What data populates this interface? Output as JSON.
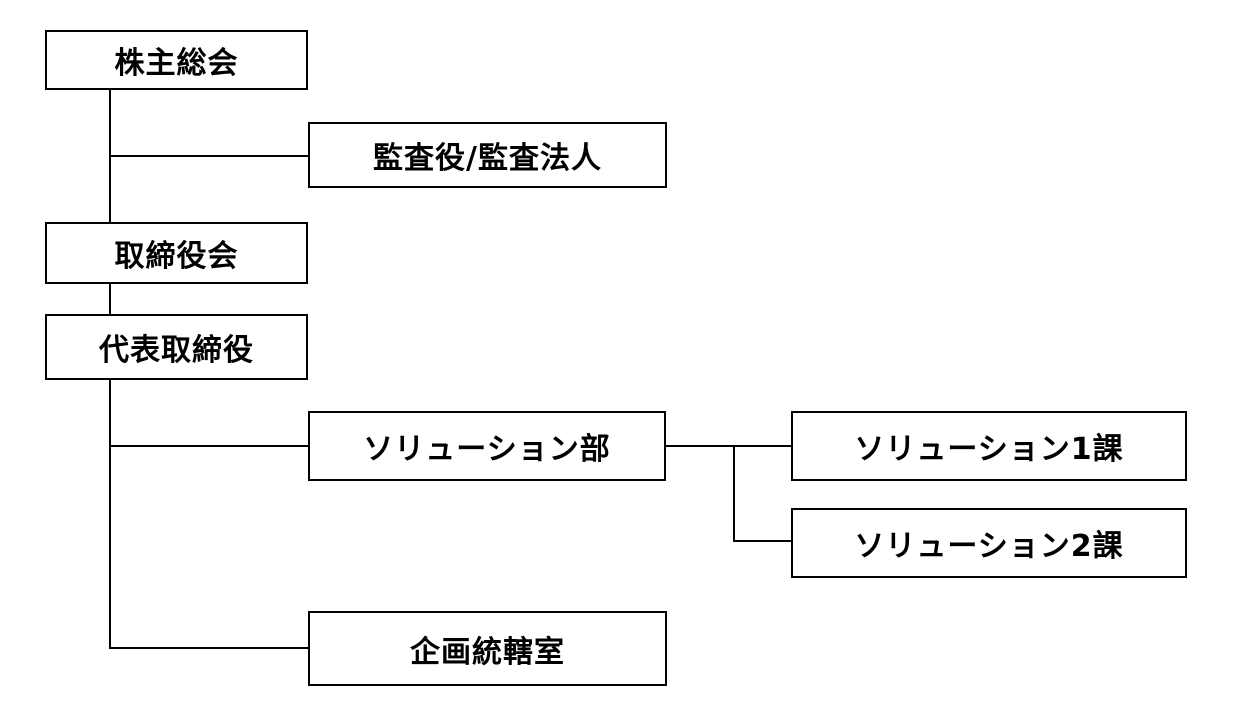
{
  "org_chart": {
    "boxes": {
      "shareholders_meeting": "株主総会",
      "auditor": "監査役/監査法人",
      "board_of_directors": "取締役会",
      "representative_director": "代表取締役",
      "solution_department": "ソリューション部",
      "solution_section_1": "ソリューション1課",
      "solution_section_2": "ソリューション2課",
      "planning_office": "企画統轄室"
    }
  }
}
